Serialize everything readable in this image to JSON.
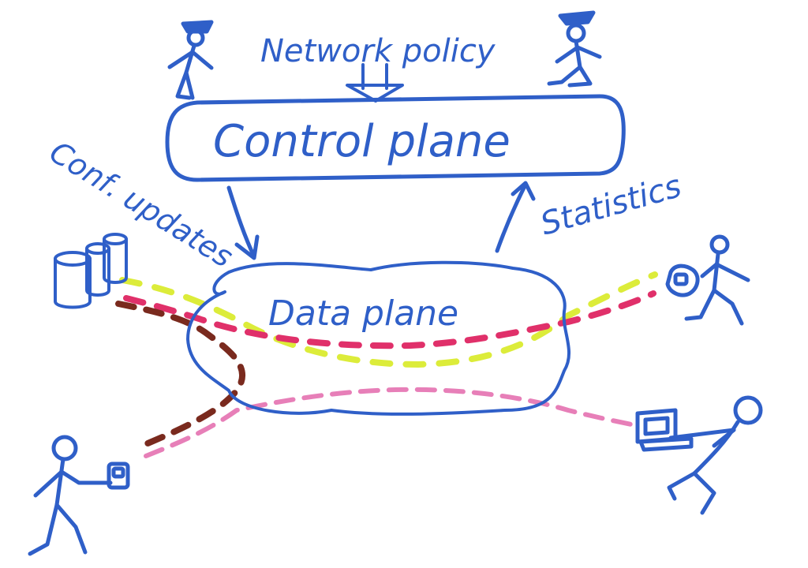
{
  "colors": {
    "ink": "#2f5fc8",
    "yellow_link": "#dcec3a",
    "red_link": "#e0306a",
    "brown_link": "#7a2a1e",
    "pink_link": "#e77fb8"
  },
  "labels": {
    "network_policy": "Network policy",
    "control_plane": "Control plane",
    "conf_updates": "Conf. updates",
    "statistics": "Statistics",
    "data_plane": "Data plane"
  },
  "icons": [
    "operator-figure",
    "server-stack",
    "phone-user-figure",
    "laptop-user-figure",
    "handheld-user-figure"
  ]
}
